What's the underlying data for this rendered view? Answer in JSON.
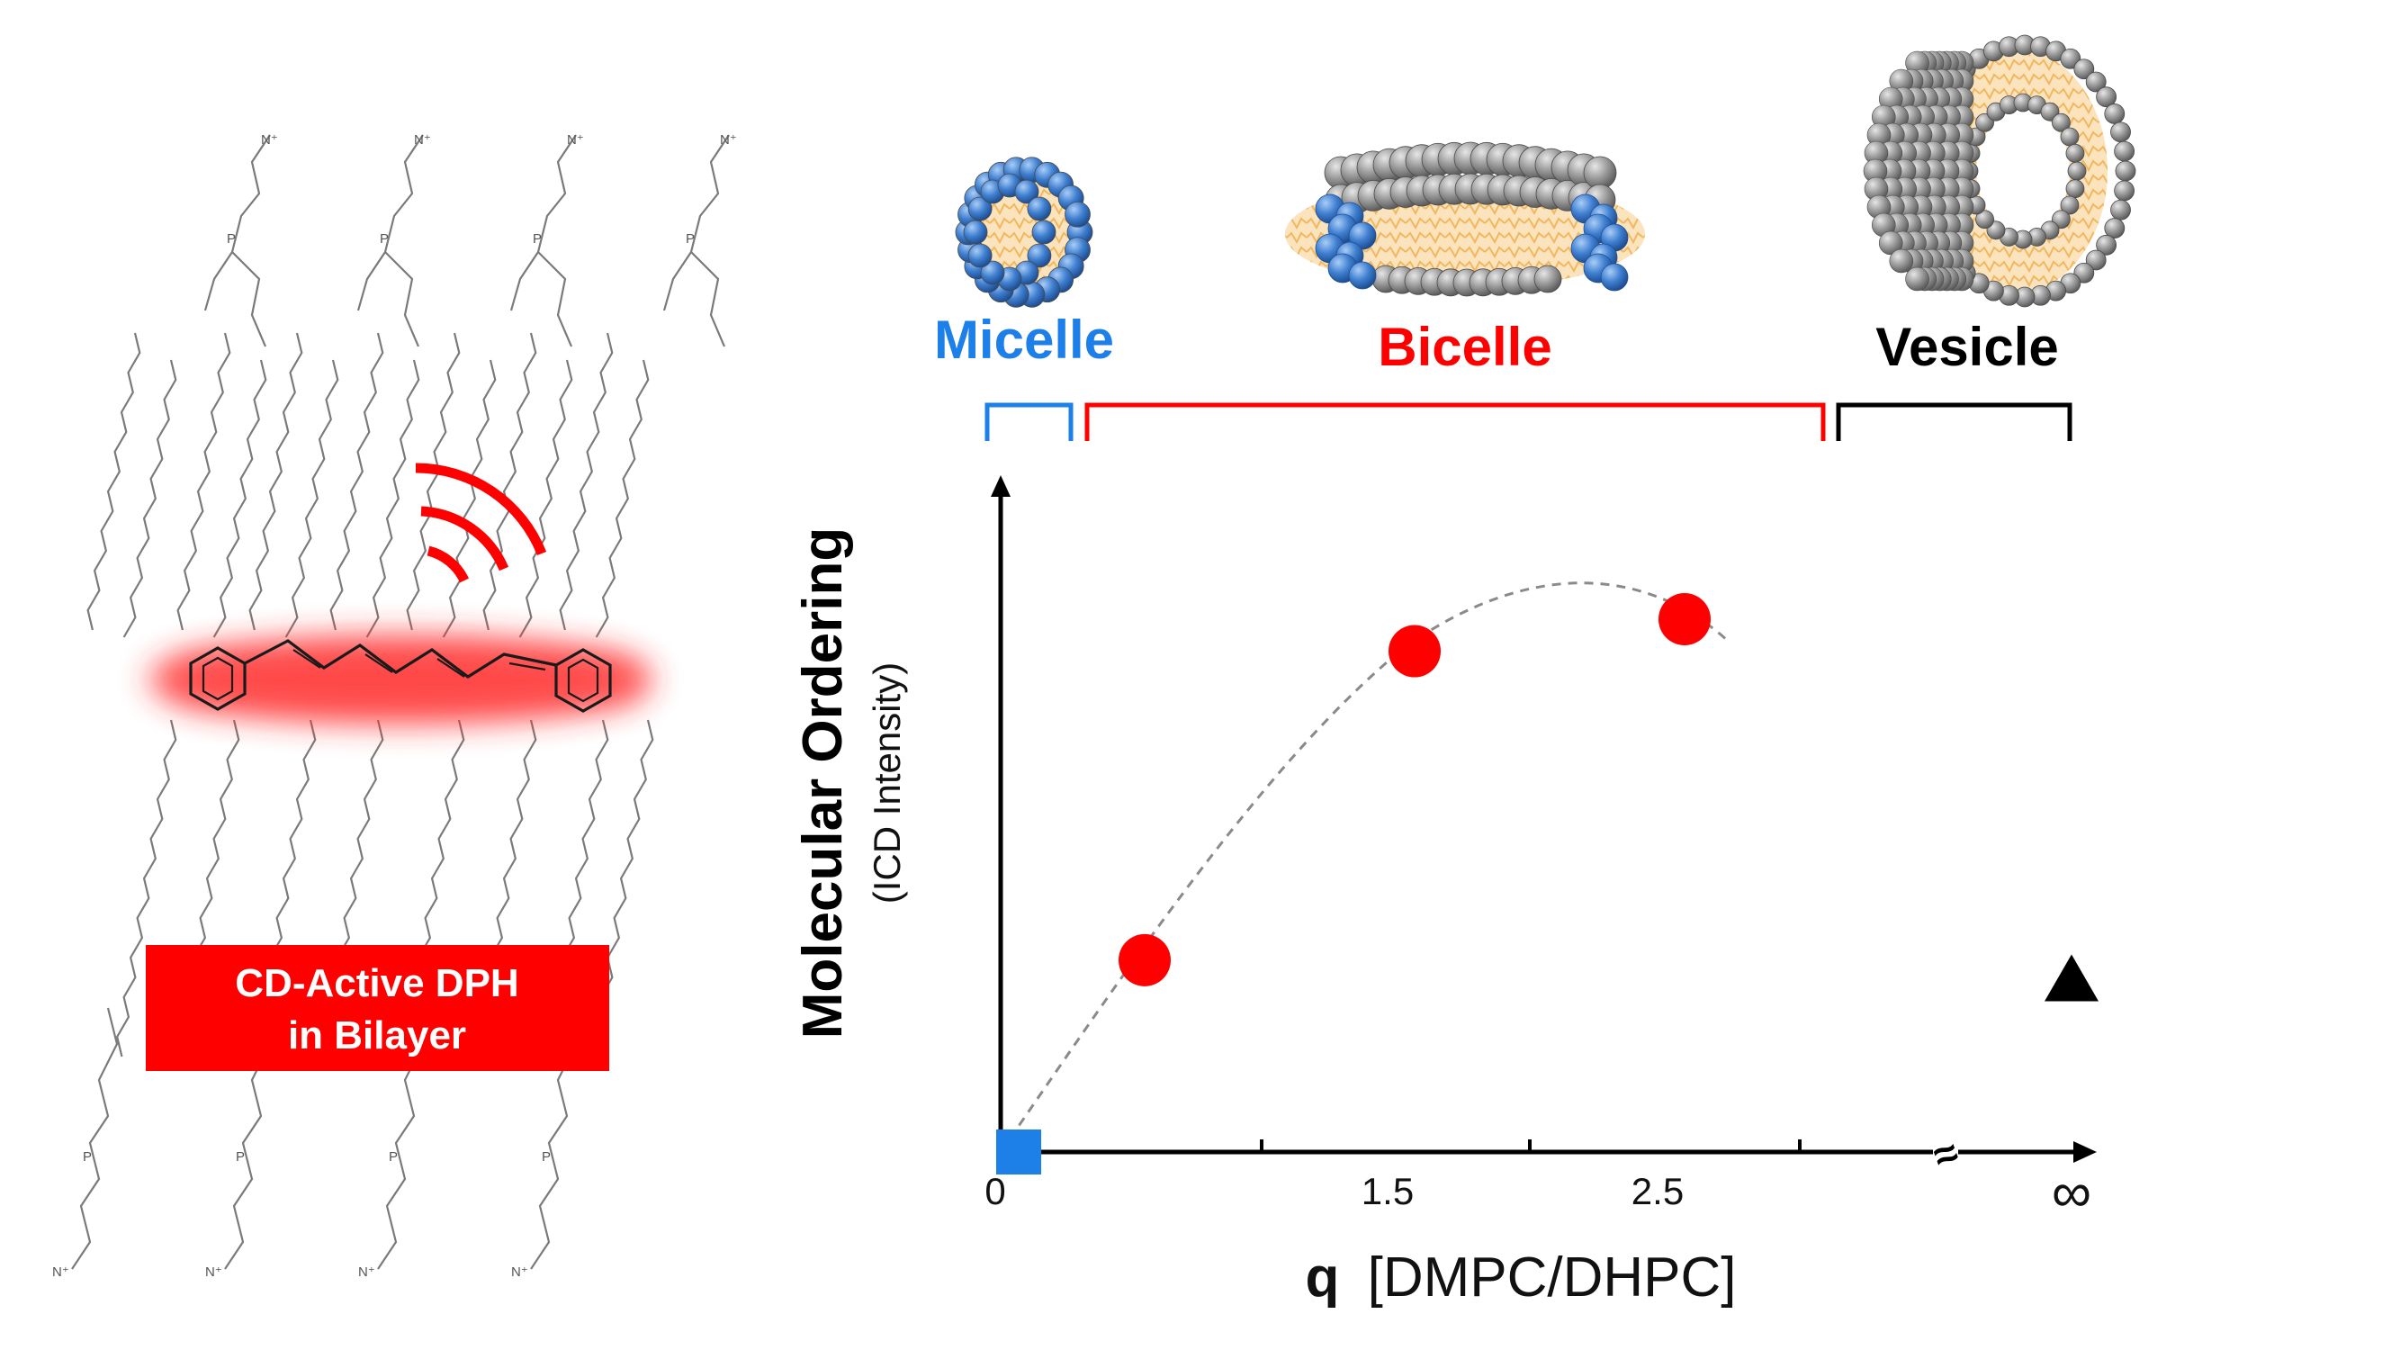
{
  "box_label": {
    "line1": "CD-Active DPH",
    "line2": "in Bilayer"
  },
  "phases": {
    "micelle": "Micelle",
    "bicelle": "Bicelle",
    "vesicle": "Vesicle"
  },
  "colors": {
    "micelle_blue": "#1d7fe8",
    "bicelle_red": "#fe0000",
    "vesicle_black": "#000000",
    "lipid_tail": "#f6c784",
    "headgroup_gray": "#8a8a8a",
    "headgroup_blue": "#3b78c4"
  },
  "axes": {
    "y_title": "Molecular Ordering",
    "y_subtitle": "(ICD Intensity)",
    "x_title_bold": "q",
    "x_title_rest": "[DMPC/DHPC]",
    "x_ticks": [
      "0",
      "1.5",
      "2.5",
      "∞"
    ],
    "break_mark": "≈"
  },
  "chart_data": {
    "type": "scatter",
    "xlabel": "q [DMPC/DHPC]",
    "ylabel": "Molecular Ordering (ICD Intensity)",
    "x_tick_labels": [
      "0",
      "1.5",
      "2.5",
      "∞"
    ],
    "series": [
      {
        "name": "Micelle",
        "marker": "square",
        "color": "#1d7fe8",
        "points": [
          {
            "x": 0,
            "y": 0
          }
        ]
      },
      {
        "name": "Bicelle",
        "marker": "circle",
        "color": "#fe0000",
        "points": [
          {
            "x": 0.5,
            "y": 0.36
          },
          {
            "x": 1.5,
            "y": 0.94
          },
          {
            "x": 2.5,
            "y": 1.0
          }
        ]
      },
      {
        "name": "Vesicle",
        "marker": "triangle",
        "color": "#000000",
        "points": [
          {
            "x": "∞",
            "y": 0.32
          }
        ]
      }
    ],
    "trend": "dashed"
  }
}
